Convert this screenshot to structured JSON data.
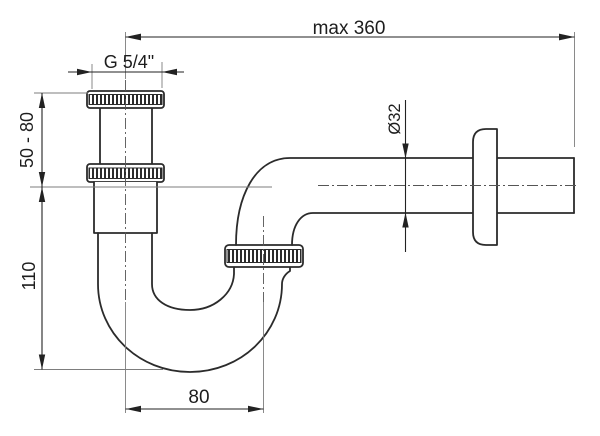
{
  "diagram": {
    "labels": {
      "max_width": "max 360",
      "thread_size": "G 5/4\"",
      "inlet_height_range": "50 - 80",
      "trap_depth": "110",
      "pipe_diameter": "Ø32",
      "leg_spacing": "80"
    },
    "colors": {
      "outline": "#2b2b2b",
      "dimension": "#222222",
      "thin_line": "#7d7d7d",
      "centerline": "#555555",
      "background": "#ffffff"
    }
  }
}
